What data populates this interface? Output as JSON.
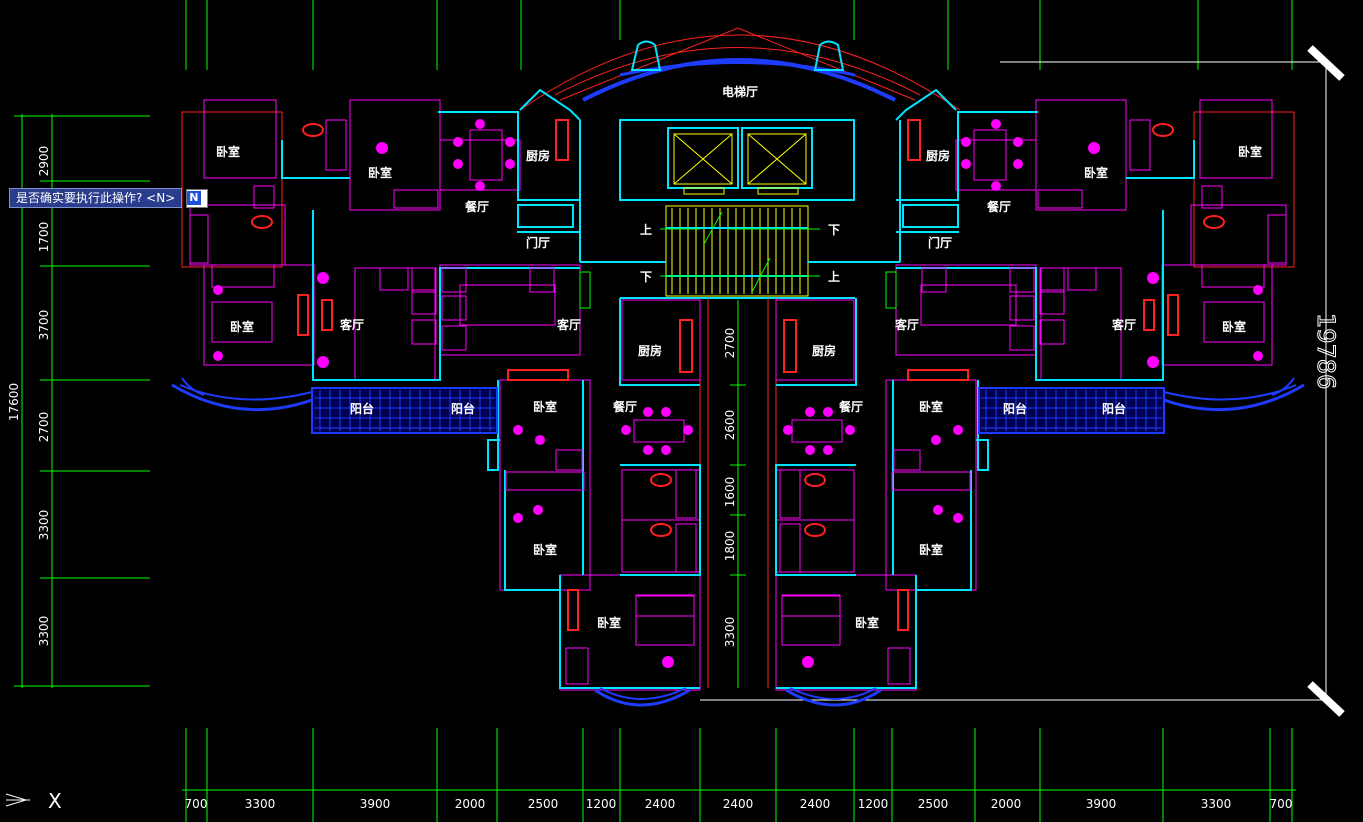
{
  "prompt": {
    "question": "是否确实要执行此操作? <N>",
    "input_value": "N"
  },
  "ucs": {
    "x_label": "X"
  },
  "rooms": {
    "elevator_hall": "电梯厅",
    "up": "上",
    "down": "下",
    "bedroom": "卧室",
    "kitchen": "厨房",
    "dining": "餐厅",
    "foyer": "门厅",
    "living": "客厅",
    "balcony": "阳台"
  },
  "dimensions": {
    "bottom": [
      "700",
      "3300",
      "3900",
      "2000",
      "2500",
      "1200",
      "2400",
      "2400",
      "2400",
      "1200",
      "2500",
      "2000",
      "3900",
      "3300",
      "700"
    ],
    "left": [
      "2900",
      "1700",
      "3700",
      "2700",
      "3300",
      "3300"
    ],
    "left_total": "17600",
    "center": [
      "2700",
      "2600",
      "1600",
      "1800",
      "3300"
    ],
    "right_total": "19786"
  },
  "colors": {
    "background": "#000000",
    "wall_cyan": "#00e5ff",
    "wall_magenta": "#ff00ff",
    "dim_green": "#00ff00",
    "fixture_red": "#ff2020",
    "glass_blue": "#1e3cff",
    "stair_yellow": "#ffff00",
    "prompt_bg": "#2a3c8c"
  }
}
